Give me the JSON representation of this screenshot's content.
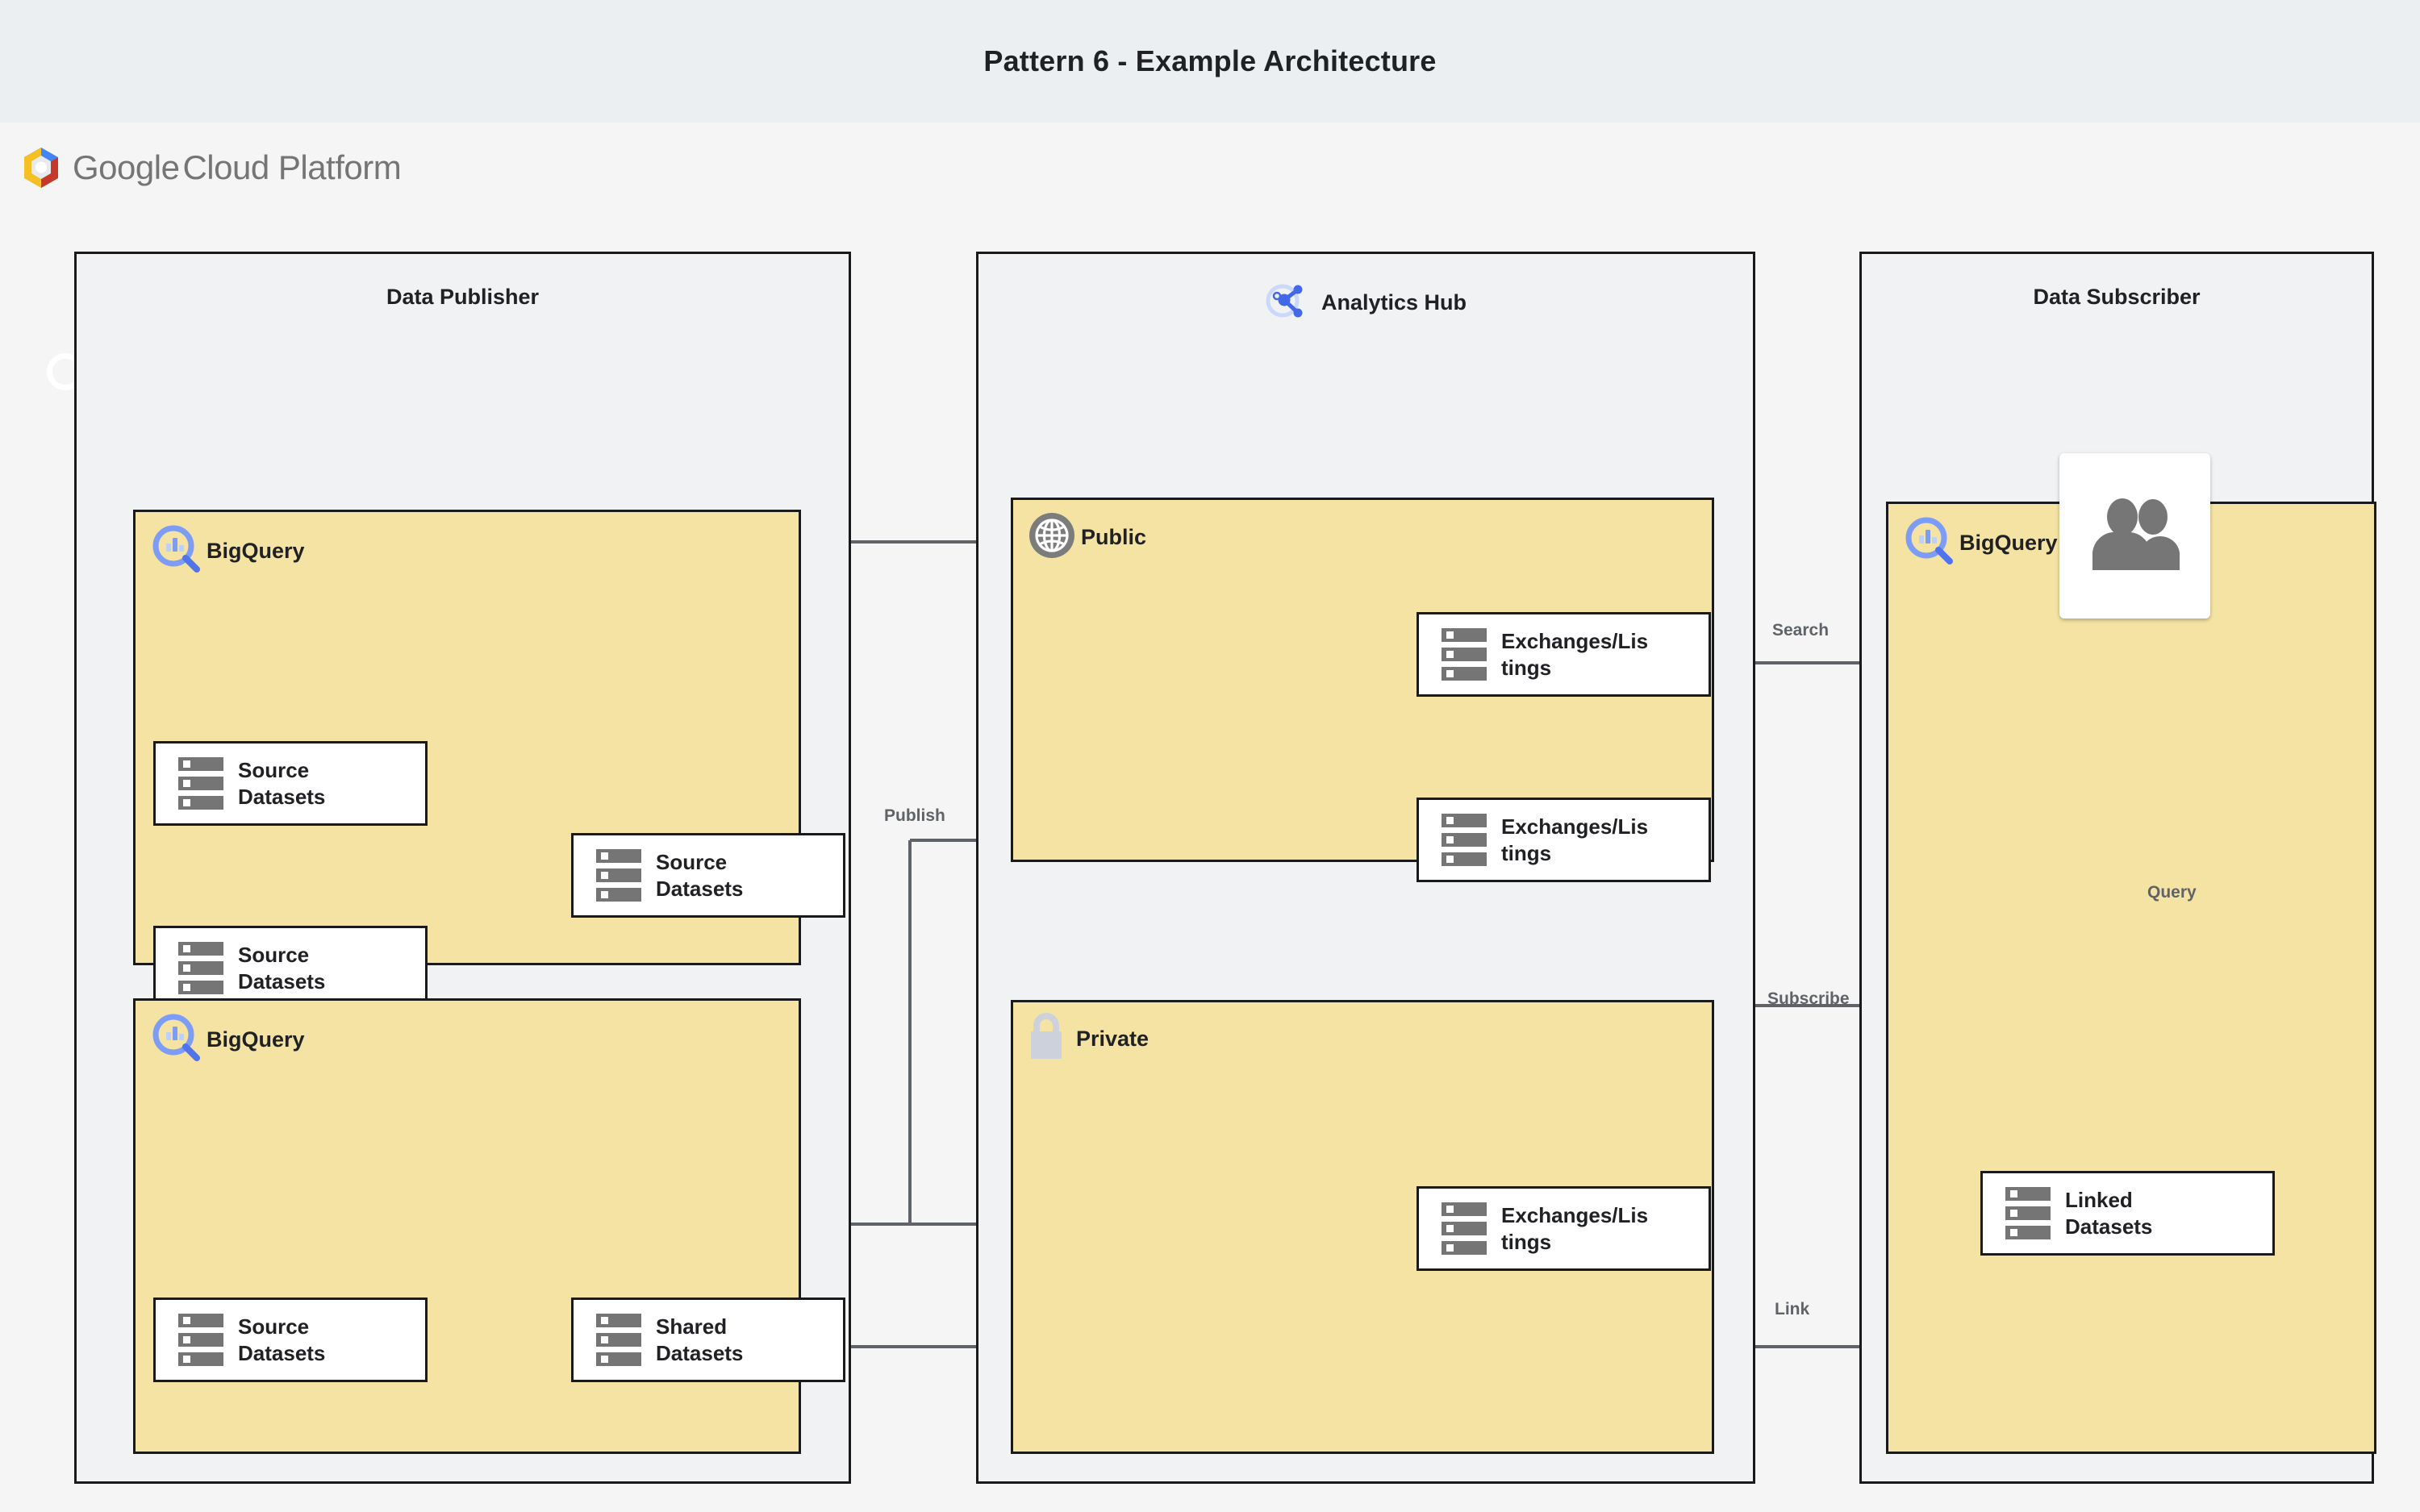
{
  "header": {
    "title": "Pattern 6 - Example Architecture"
  },
  "brand": {
    "logo_icon": "google-cloud-hexagon-icon",
    "word1": "Google",
    "word2": "Cloud Platform",
    "colors": {
      "blue": "#4285f4",
      "red": "#c5392b",
      "yellow": "#f4c025",
      "grey_text": "#757575"
    }
  },
  "palette": {
    "canvas_bg": "#f5f5f5",
    "title_bg": "#eceff1",
    "zone_bg": "#f0f2f4",
    "panel_yellow": "#f5e3a3",
    "node_white": "#ffffff",
    "stroke_black": "#1a1a1a",
    "wire_grey": "#5f6368",
    "icon_grey": "#757575",
    "bigquery_blue": "#7c9cf5",
    "analytics_hub_blue": "#4369e8",
    "lock_grey": "#ccd1dc"
  },
  "zones": [
    {
      "id": "data-publisher",
      "title": "Data Publisher",
      "panels": [
        {
          "id": "publisher-bigquery-top",
          "label": "BigQuery",
          "icon": "bigquery-icon",
          "nodes": [
            {
              "id": "src-ds-1",
              "label": "Source Datasets",
              "icon": "dataset-icon"
            },
            {
              "id": "src-ds-2",
              "label": "Source Datasets",
              "icon": "dataset-icon"
            },
            {
              "id": "src-ds-3",
              "label": "Source Datasets",
              "icon": "dataset-icon"
            }
          ]
        },
        {
          "id": "publisher-bigquery-bottom",
          "label": "BigQuery",
          "icon": "bigquery-icon",
          "nodes": [
            {
              "id": "src-ds-4",
              "label": "Source Datasets",
              "icon": "dataset-icon"
            },
            {
              "id": "shared-ds-1",
              "label": "Shared Datasets",
              "icon": "dataset-icon"
            }
          ]
        }
      ]
    },
    {
      "id": "analytics-hub",
      "title": "Analytics Hub",
      "icon": "analytics-hub-share-icon",
      "panels": [
        {
          "id": "public-panel",
          "label": "Public",
          "icon": "globe-icon",
          "nodes": [
            {
              "id": "exch-pub-1",
              "label": "Exchanges/Listings",
              "icon": "dataset-icon"
            },
            {
              "id": "exch-pub-2",
              "label": "Exchanges/Listings",
              "icon": "dataset-icon"
            }
          ]
        },
        {
          "id": "private-panel",
          "label": "Private",
          "icon": "lock-icon",
          "nodes": [
            {
              "id": "exch-priv-1",
              "label": "Exchanges/Listings",
              "icon": "dataset-icon"
            }
          ]
        }
      ]
    },
    {
      "id": "data-subscriber",
      "title": "Data Subscriber",
      "panels": [
        {
          "id": "subscriber-bigquery",
          "label": "BigQuery",
          "icon": "bigquery-icon",
          "nodes": [
            {
              "id": "linked-ds-1",
              "label": "Linked Datasets",
              "icon": "dataset-icon"
            }
          ],
          "cards": [
            {
              "id": "subscriber-users",
              "icon": "users-icon"
            }
          ]
        }
      ]
    }
  ],
  "edges": [
    {
      "id": "edge-publish",
      "label": "Publish"
    },
    {
      "id": "edge-search",
      "label": "Search"
    },
    {
      "id": "edge-subscribe",
      "label": "Subscribe"
    },
    {
      "id": "edge-query",
      "label": "Query"
    },
    {
      "id": "edge-link",
      "label": "Link"
    }
  ],
  "node_labels": {
    "exchanges_line1": "Exchanges/Lis",
    "exchanges_line2": "tings",
    "source_line1": "Source",
    "source_line2": "Datasets",
    "shared_line1": "Shared",
    "shared_line2": "Datasets",
    "linked_line1": "Linked",
    "linked_line2": "Datasets"
  }
}
